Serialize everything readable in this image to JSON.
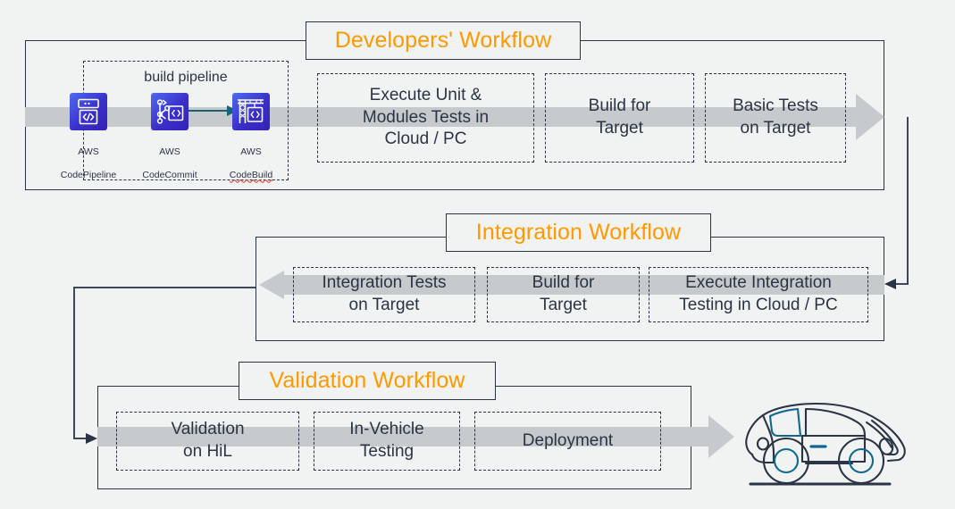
{
  "page": {
    "background_color": "#f1f2f2",
    "accent_color": "#ff9900",
    "line_color": "#2b3445",
    "band_color": "#c6cacd",
    "arrow_color": "#c6cacd",
    "teal_color": "#17656f",
    "car_accent_color": "#11688f"
  },
  "workflows": [
    {
      "id": "developers",
      "title": "Developers' Workflow",
      "group": {
        "label": "build pipeline",
        "services": [
          {
            "name": "AWS\nCodePipeline",
            "icon": "aws-codepipeline-icon",
            "line1": "AWS",
            "line2": "CodePipeline",
            "misspelled": false
          },
          {
            "name": "AWS\nCodeCommit",
            "icon": "aws-codecommit-icon",
            "line1": "AWS",
            "line2": "CodeCommit",
            "misspelled": false
          },
          {
            "name": "AWS\nCodeBuild",
            "icon": "aws-codebuild-icon",
            "line1": "AWS",
            "line2": "CodeBuild",
            "misspelled": true
          }
        ]
      },
      "stages": [
        {
          "label": "Execute Unit &\nModules Tests in\nCloud / PC"
        },
        {
          "label": "Build for\nTarget"
        },
        {
          "label": "Basic Tests\non Target"
        }
      ],
      "flow_direction": "right"
    },
    {
      "id": "integration",
      "title": "Integration Workflow",
      "stages": [
        {
          "label": "Integration Tests\non Target"
        },
        {
          "label": "Build for\nTarget"
        },
        {
          "label": "Execute Integration\nTesting in Cloud / PC"
        }
      ],
      "flow_direction": "left"
    },
    {
      "id": "validation",
      "title": "Validation Workflow",
      "stages": [
        {
          "label": "Validation\non HiL"
        },
        {
          "label": "In-Vehicle\nTesting"
        },
        {
          "label": "Deployment"
        }
      ],
      "flow_direction": "right"
    }
  ],
  "vehicle": {
    "name": "car-illustration",
    "description": "vehicle"
  }
}
